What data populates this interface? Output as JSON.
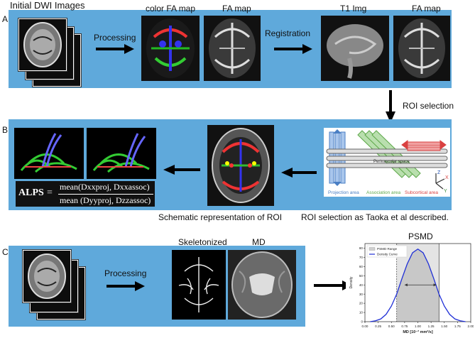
{
  "colors": {
    "panel": "#5fa9db",
    "arrow": "#000000",
    "density_curve": "#1f2fd6",
    "projection": "#4a7fc4",
    "association": "#5ea84a",
    "subcortical": "#d94040"
  },
  "panel_a": {
    "letter": "A",
    "initial_dwi": "Initial DWI Images",
    "processing": "Processing",
    "color_fa": "color FA map",
    "fa_map_1": "FA map",
    "registration": "Registration",
    "t1": "T1 Img",
    "fa_map_2": "FA map"
  },
  "roi_selection": "ROI selection",
  "panel_b": {
    "letter": "B",
    "formula": {
      "lhs": "ALPS",
      "eq": "=",
      "numerator": "mean(Dxxproj, Dxxassoc)",
      "denominator": "mean (Dyyproj, Dzzassoc)"
    },
    "schematic_caption": "Schematic representation of ROI",
    "roi_caption": "ROI selection as Taoka et al described.",
    "perivascular": "Perivascular space",
    "legend": {
      "projection": "Projection area",
      "association": "Association area",
      "subcortical": "Subcortical area"
    },
    "axes": {
      "x": "X",
      "y": "Y",
      "z": "Z"
    }
  },
  "panel_c": {
    "letter": "C",
    "processing": "Processing",
    "skeletonized": "Skeletonized",
    "md": "MD"
  },
  "psmd_plot": {
    "title": "PSMD",
    "chart_data": {
      "type": "line",
      "title": "PSMD",
      "xlabel": "MD [10⁻³ mm²/s]",
      "ylabel": "Density",
      "xlim": [
        0.0,
        2.0
      ],
      "ylim": [
        0,
        85
      ],
      "x_ticks": [
        "0.00",
        "0.25",
        "0.50",
        "0.75",
        "1.00",
        "1.25",
        "1.50",
        "1.75",
        "2.00"
      ],
      "y_ticks": [
        "0",
        "10",
        "20",
        "30",
        "40",
        "50",
        "60",
        "70",
        "80"
      ],
      "legend": [
        "PSMD Range",
        "Density Curve"
      ],
      "shaded_range": [
        0.6,
        1.4
      ],
      "range_arrow": [
        0.75,
        1.35
      ],
      "range_arrow_y": 40,
      "series": [
        {
          "name": "Density Curve",
          "x": [
            0.1,
            0.2,
            0.3,
            0.4,
            0.5,
            0.6,
            0.7,
            0.8,
            0.9,
            1.0,
            1.1,
            1.2,
            1.3,
            1.4,
            1.5,
            1.6,
            1.7,
            1.8,
            1.9
          ],
          "y": [
            0,
            1,
            3,
            8,
            17,
            30,
            47,
            63,
            75,
            79,
            75,
            63,
            47,
            30,
            17,
            8,
            3,
            1,
            0
          ]
        }
      ]
    }
  }
}
